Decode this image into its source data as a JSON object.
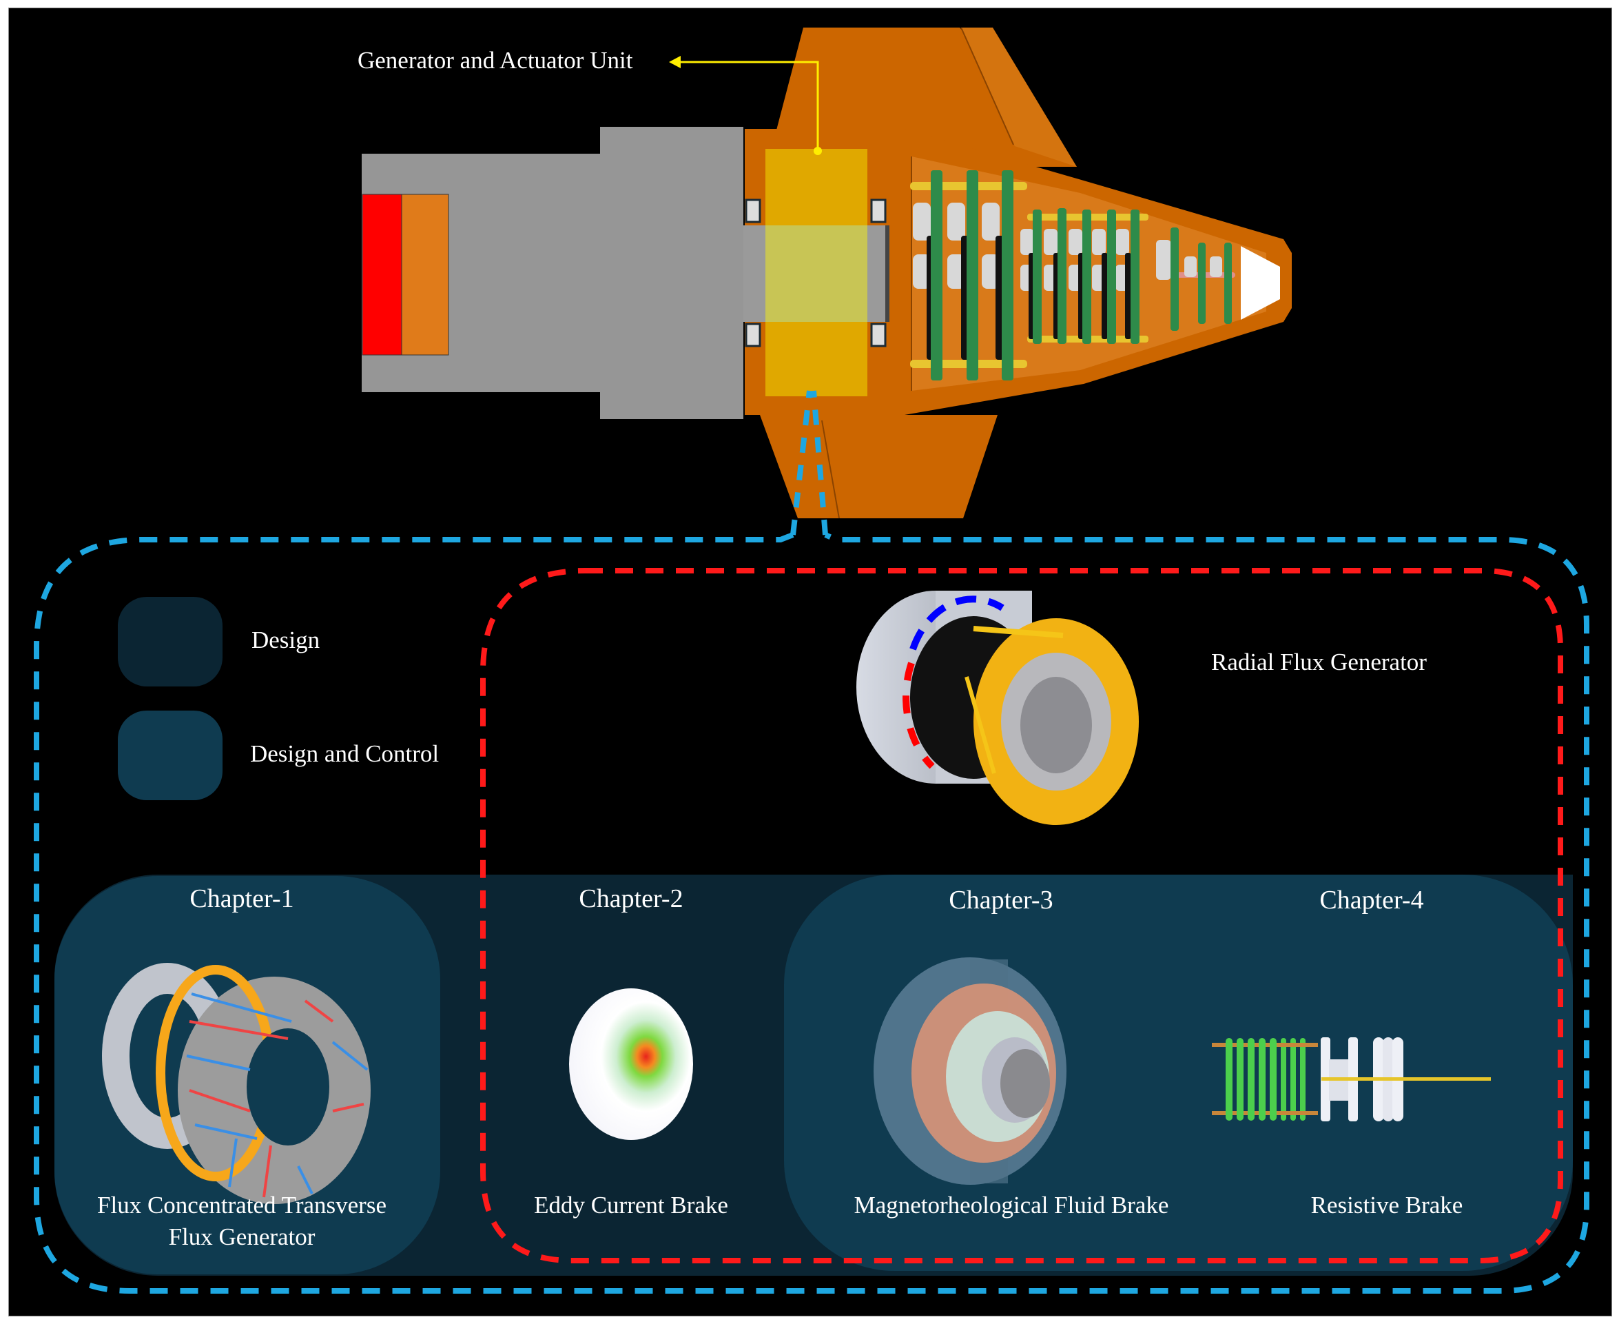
{
  "header": {
    "callout_label": "Generator and Actuator Unit"
  },
  "legend": {
    "items": [
      {
        "label": "Design",
        "color": "#0b2533"
      },
      {
        "label": "Design and Control",
        "color": "#0f3b50"
      }
    ]
  },
  "featured": {
    "label": "Radial Flux Generator"
  },
  "chapters": [
    {
      "title": "Chapter-1",
      "caption_line1": "Flux Concentrated Transverse",
      "caption_line2": "Flux Generator"
    },
    {
      "title": "Chapter-2",
      "caption_line1": "Eddy Current Brake"
    },
    {
      "title": "Chapter-3",
      "caption_line1": "Magnetorheological Fluid Brake"
    },
    {
      "title": "Chapter-4",
      "caption_line1": "Resistive Brake"
    }
  ],
  "colors": {
    "background": "#000000",
    "design_box": "#0b2533",
    "design_control_box": "#0f3b50",
    "outer_dashed": "#1ea7e1",
    "inner_dashed": "#ff1a1a",
    "callout_arrow": "#ffee00",
    "hull_orange": "#cc6600",
    "generator_yellow": "#e0a800",
    "housing_gray": "#969696",
    "pcb_green": "#2e8b4a"
  }
}
